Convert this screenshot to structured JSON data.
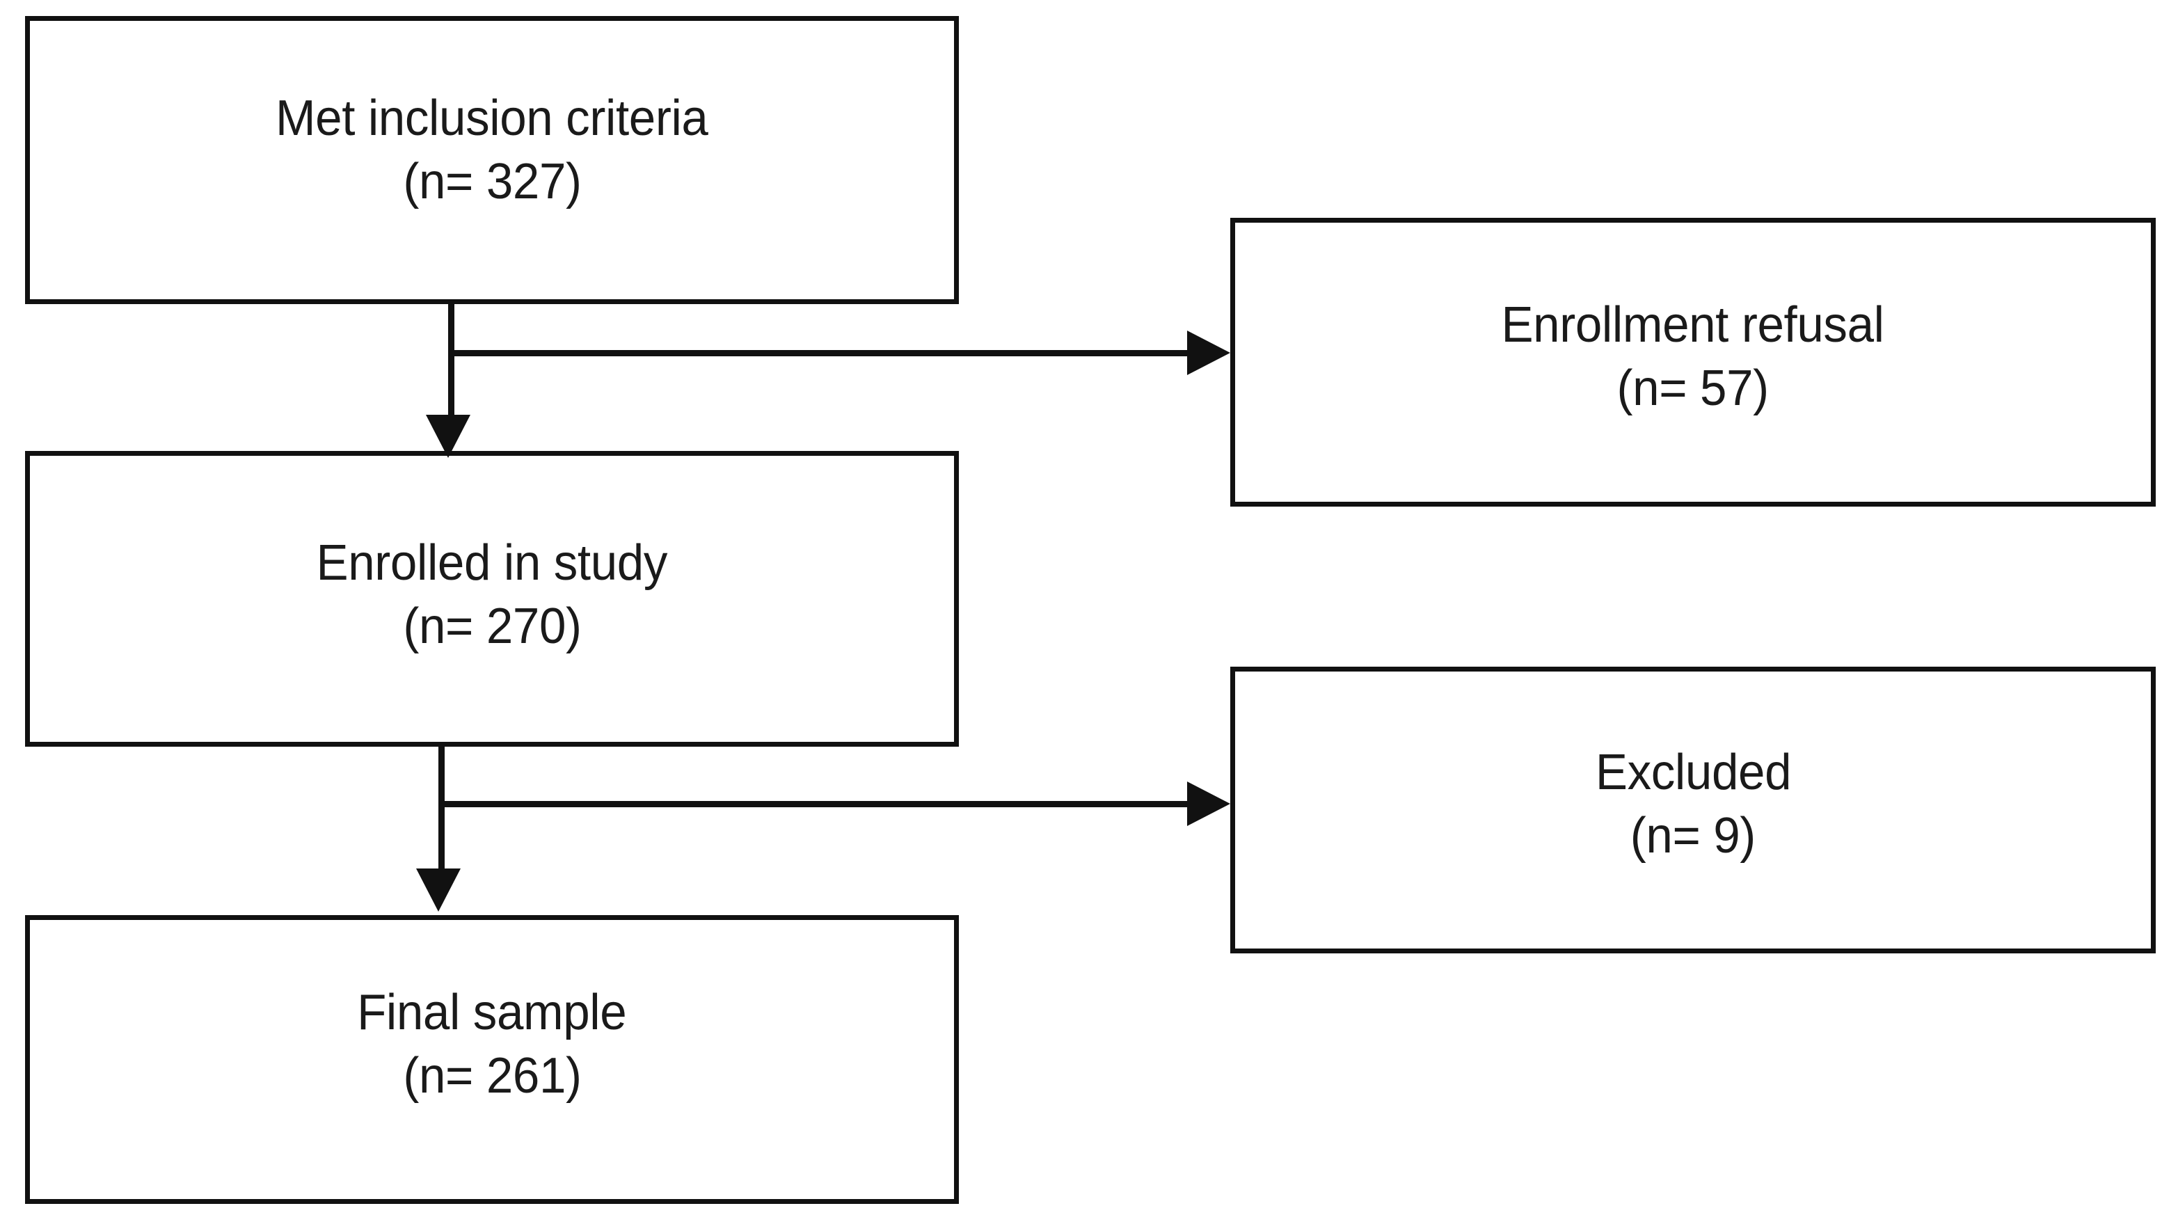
{
  "diagram": {
    "type": "study-participant-flowchart",
    "background_color": "#ffffff",
    "line_color": "#111111",
    "text_color": "#1a1a1a",
    "nodes": [
      {
        "id": "met",
        "label": "Met inclusion criteria",
        "count": "(n= 327)"
      },
      {
        "id": "refusal",
        "label": "Enrollment refusal",
        "count": "(n= 57)"
      },
      {
        "id": "enrolled",
        "label": "Enrolled in study",
        "count": "(n= 270)"
      },
      {
        "id": "excluded",
        "label": "Excluded",
        "count": "(n= 9)"
      },
      {
        "id": "final",
        "label": "Final sample",
        "count": "(n= 261)"
      }
    ],
    "connectors": [
      {
        "id": "met-to-enrolled",
        "from": "met",
        "to": "enrolled",
        "direction": "down"
      },
      {
        "id": "met-to-refusal",
        "from": "met",
        "to": "refusal",
        "direction": "right"
      },
      {
        "id": "enrolled-to-final",
        "from": "enrolled",
        "to": "final",
        "direction": "down"
      },
      {
        "id": "enrolled-to-excluded",
        "from": "enrolled",
        "to": "excluded",
        "direction": "right"
      }
    ]
  }
}
